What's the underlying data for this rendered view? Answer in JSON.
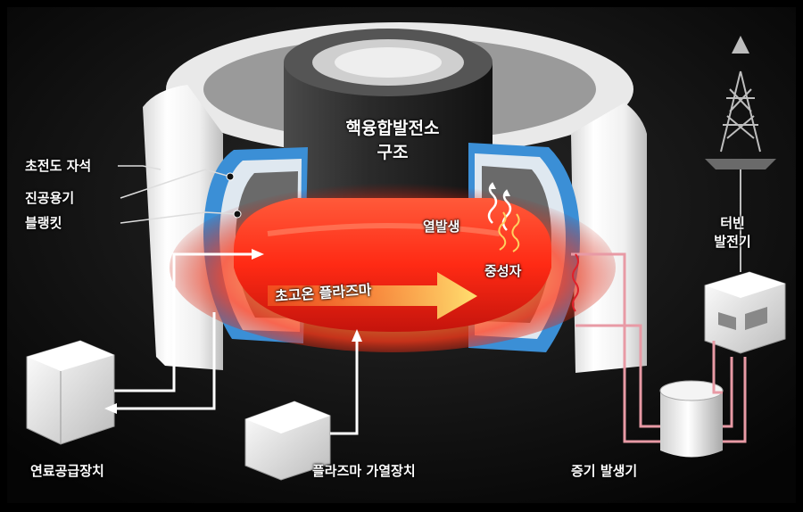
{
  "title": {
    "line1": "핵융합발전소",
    "line2": "구조"
  },
  "labels": {
    "superconducting_magnet": "초전도 자석",
    "vacuum_vessel": "진공용기",
    "blanket": "블랭킷",
    "heat_generation": "열발생",
    "neutron": "중성자",
    "plasma": "초고온 플라즈마",
    "turbine_generator_line1": "터빈",
    "turbine_generator_line2": "발전기",
    "fuel_supply": "연료공급장치",
    "plasma_heating": "플라즈마 가열장치",
    "steam_generator": "증기 발생기"
  },
  "colors": {
    "background": "#000000",
    "plasma_core": "#ff3a1a",
    "plasma_glow": "#ffb347",
    "magnet_blue": "#3b8fd6",
    "structure_white": "#f2f2f2",
    "steam_pipe": "#e89aa5"
  }
}
